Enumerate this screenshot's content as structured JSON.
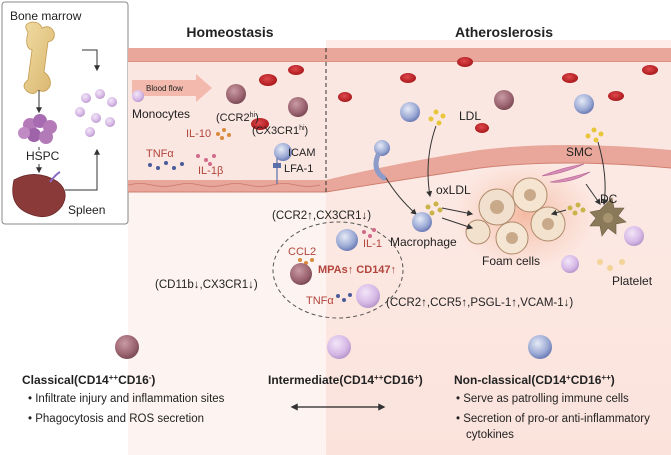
{
  "top": {
    "bone_marrow": "Bone marrow",
    "hspc": "HSPC",
    "spleen": "Spleen",
    "homeostasis": "Homeostasis",
    "atherosclerosis": "Atheroslerosis"
  },
  "vessel": {
    "blood_flow": "Blood flow",
    "monocytes": "Monocytes",
    "ccr2_hi_base": "(CCR2",
    "ccr2_hi_sup": "hi",
    "ccr2_hi_end": ")",
    "cx3cr1_hi_base": "(CX3CR1",
    "cx3cr1_hi_sup": "hi",
    "cx3cr1_hi_end": ")",
    "il10": "IL-10",
    "tnfa": "TNFα",
    "il1b": "IL-1β",
    "icam": "ICAM",
    "lfa1": "LFA-1",
    "ldl": "LDL",
    "oxldl": "oxLDL",
    "smc": "SMC",
    "dc": "DC",
    "macrophage": "Macrophage",
    "foam_cells": "Foam cells",
    "platelet": "Platelet"
  },
  "middle": {
    "ccr2_cx3cr1": "(CCR2↑,CX3CR1↓)",
    "ccl2": "CCL2",
    "il1": "IL-1",
    "mpas": "MPAs↑ CD147↑",
    "tnfa": "TNFα",
    "cd11b": "(CD11b↓,CX3CR1↓)",
    "ccr2_ccr5": "(CCR2↑,CCR5↑,PSGL-1↑,VCAM-1↓)"
  },
  "bottom": {
    "classical": {
      "title_main": "Classical(CD14",
      "title_sup1": "++",
      "title_mid": "CD16",
      "title_sup2": "-",
      "title_end": ")",
      "points": [
        "Infiltrate injury and inflammation sites",
        "Phagocytosis and ROS secretion"
      ]
    },
    "intermediate": {
      "title_main": "Intermediate(CD14",
      "title_sup1": "++",
      "title_mid": "CD16",
      "title_sup2": "+",
      "title_end": ")"
    },
    "nonclassical": {
      "title_main": "Non-classical(CD14",
      "title_sup1": "+",
      "title_mid": "CD16",
      "title_sup2": "++",
      "title_end": ")",
      "points": [
        "Serve as patrolling immune cells",
        "Secretion of pro-or anti-inflammatory",
        "cytokines"
      ]
    }
  },
  "colors": {
    "vessel_wall": "#e8a79a",
    "vessel_lumen": "#fbe9e3",
    "rbc": "#c92a2e",
    "classical_cell": "#a06a74",
    "intermediate_cell": "#d9bde6",
    "nonclassical_cell": "#8d9bc9",
    "accent_red": "#b2443c"
  }
}
